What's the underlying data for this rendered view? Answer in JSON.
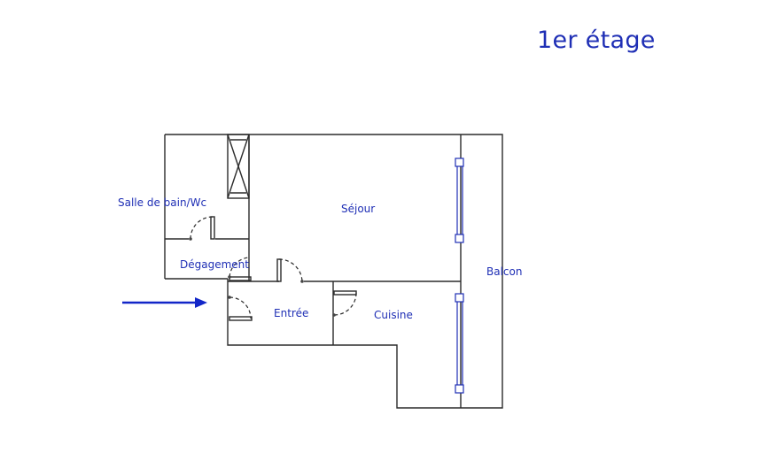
{
  "title": "1er étage",
  "rooms": {
    "bathroom": "Salle de bain/Wc",
    "living": "Séjour",
    "hallway": "Dégagement",
    "entrance": "Entrée",
    "kitchen": "Cuisine",
    "balcony": "Balcon"
  },
  "colors": {
    "labels": "#1f2fb5",
    "arrow": "#1226c8",
    "walls": "#2b2b2b"
  },
  "icons": {
    "entry": "entry-arrow-icon"
  }
}
